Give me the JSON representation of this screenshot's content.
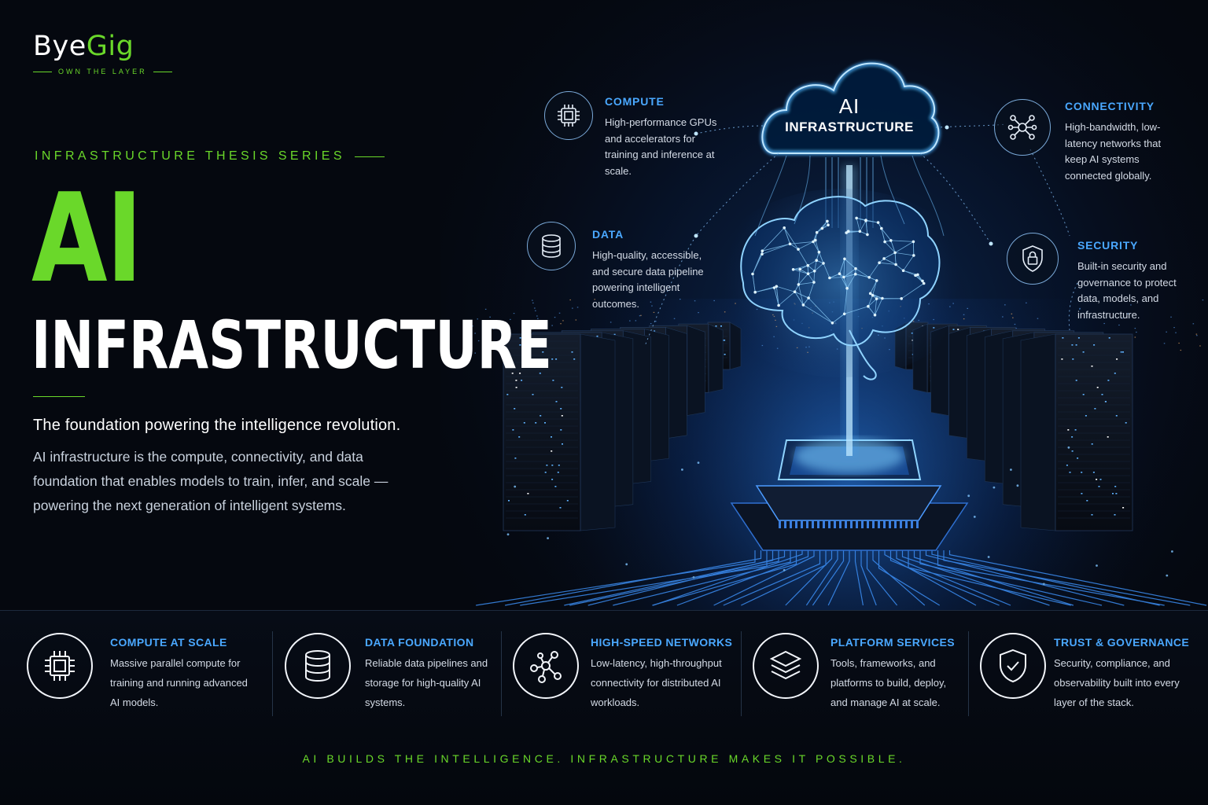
{
  "brand": {
    "name_part1": "Bye",
    "name_part2": "Gig",
    "tagline": "OWN THE LAYER",
    "accent": "#6ad82a",
    "blue": "#4aa8ff"
  },
  "hero": {
    "series": "INFRASTRUCTURE THESIS SERIES",
    "title_line1": "AI",
    "title_line2": "INFRASTRUCTURE",
    "subtitle": "The foundation powering the intelligence revolution.",
    "body": "AI infrastructure is the compute, connectivity, and data foundation that enables models to train, infer, and scale — powering the next generation of intelligent systems."
  },
  "cloud": {
    "line1": "AI",
    "line2": "INFRASTRUCTURE"
  },
  "features": {
    "compute": {
      "icon": "chip-icon",
      "title": "COMPUTE",
      "desc": "High-performance GPUs and accelerators for training and inference at scale."
    },
    "data": {
      "icon": "database-icon",
      "title": "DATA",
      "desc": "High-quality, accessible, and secure data pipeline powering intelligent outcomes."
    },
    "connectivity": {
      "icon": "network-hub-icon",
      "title": "CONNECTIVITY",
      "desc": "High-bandwidth, low-latency networks that keep AI systems connected globally."
    },
    "security": {
      "icon": "lock-shield-icon",
      "title": "SECURITY",
      "desc": "Built-in security and governance to protect data, models, and infrastructure."
    }
  },
  "pillars": [
    {
      "icon": "chip-icon",
      "title": "COMPUTE AT SCALE",
      "desc": "Massive parallel compute for training and running advanced AI models."
    },
    {
      "icon": "database-icon",
      "title": "DATA FOUNDATION",
      "desc": "Reliable data pipelines and storage for high-quality AI systems."
    },
    {
      "icon": "network-icon",
      "title": "HIGH-SPEED NETWORKS",
      "desc": "Low-latency, high-throughput connectivity for distributed AI workloads."
    },
    {
      "icon": "layers-icon",
      "title": "PLATFORM SERVICES",
      "desc": "Tools, frameworks, and platforms to build, deploy, and manage AI at scale."
    },
    {
      "icon": "shield-check-icon",
      "title": "TRUST & GOVERNANCE",
      "desc": "Security, compliance, and observability built into every layer of the stack."
    }
  ],
  "footer_tagline": "AI BUILDS THE INTELLIGENCE. INFRASTRUCTURE MAKES IT POSSIBLE."
}
